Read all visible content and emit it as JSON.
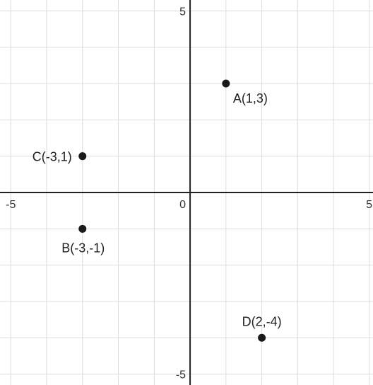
{
  "chart_data": {
    "type": "scatter",
    "xlim": [
      -5.3,
      5.1
    ],
    "ylim": [
      -5.3,
      5.3
    ],
    "grid": true,
    "grid_step": 1,
    "x_ticks": [
      {
        "value": -5,
        "label": "-5"
      },
      {
        "value": 0,
        "label": "0"
      },
      {
        "value": 5,
        "label": "5"
      }
    ],
    "y_ticks": [
      {
        "value": 5,
        "label": "5"
      },
      {
        "value": -5,
        "label": "-5"
      }
    ],
    "points": [
      {
        "x": 1,
        "y": 3,
        "label": "A(1,3)",
        "label_side": "below-right"
      },
      {
        "x": -3,
        "y": -1,
        "label": "B(-3,-1)",
        "label_side": "below"
      },
      {
        "x": -3,
        "y": 1,
        "label": "C(-3,1)",
        "label_side": "left"
      },
      {
        "x": 2,
        "y": -4,
        "label": "D(2,-4)",
        "label_side": "above"
      }
    ]
  }
}
